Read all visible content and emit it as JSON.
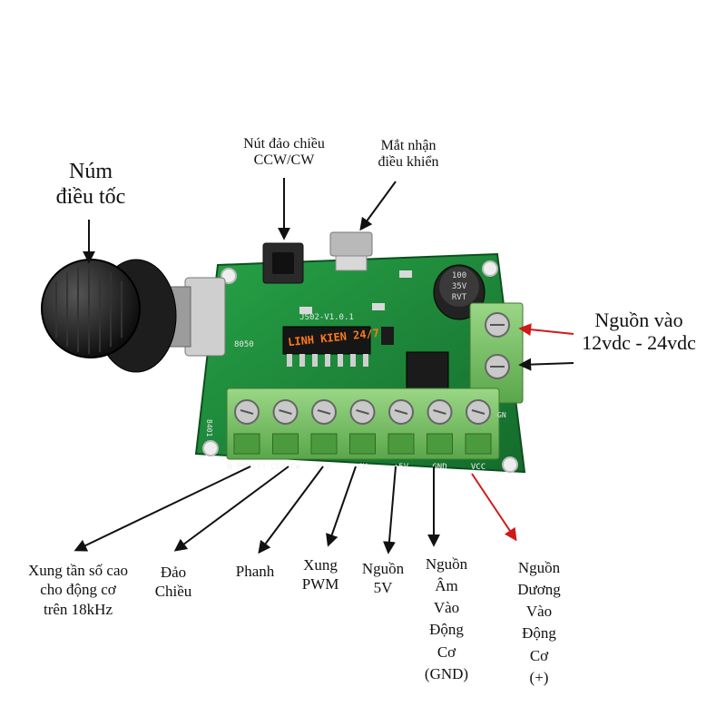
{
  "callouts": {
    "knob_line1": "Núm",
    "knob_line2": "điều tốc",
    "button_line1": "Nút đảo chiều",
    "button_line2": "CCW/CW",
    "receiver_line1": "Mắt nhận",
    "receiver_line2": "điều khiển",
    "power_in_line1": "Nguồn vào",
    "power_in_line2": "12vdc - 24vdc"
  },
  "terminals": [
    {
      "label_line1": "Xung tần số cao",
      "label_line2": "cho động cơ",
      "label_line3": "trên 18kHz"
    },
    {
      "label_line1": "Đảo",
      "label_line2": "Chiều"
    },
    {
      "label_line1": "Phanh"
    },
    {
      "label_line1": "Xung",
      "label_line2": "PWM"
    },
    {
      "label_line1": "Nguồn",
      "label_line2": "5V"
    },
    {
      "label_line1": "Nguồn",
      "label_line2": "Âm",
      "label_line3": "Vào",
      "label_line4": "Động",
      "label_line5": "Cơ",
      "label_line6": "(GND)"
    },
    {
      "label_line1": "Nguồn",
      "label_line2": "Dương",
      "label_line3": "Vào",
      "label_line4": "Động",
      "label_line5": "Cơ",
      "label_line6": "(+)"
    }
  ],
  "board": {
    "silkscreen_pins": [
      "H-PWM!!!",
      "CCW/CW",
      "BRK",
      "CK",
      "+5V",
      "GND",
      "VCC"
    ],
    "brand_text": "LINH KIEN 24/7",
    "board_version": "JS02-V1.0.1",
    "capacitor_text": [
      "100",
      "35V",
      "RVT"
    ],
    "chip_mark": "8050",
    "gnd_mark": "GN",
    "side_mark": "8401"
  },
  "colors": {
    "pcb": "#1f8a3a",
    "terminal": "#7cc36a",
    "arrow_black": "#111111",
    "arrow_red": "#d0191a",
    "knob": "#1a1a1a"
  }
}
